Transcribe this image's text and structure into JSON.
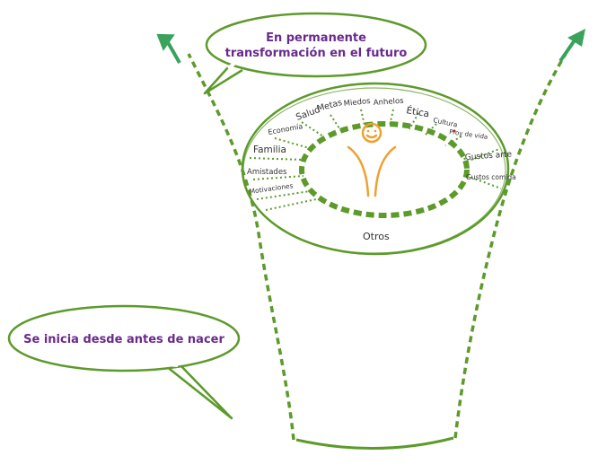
{
  "bubbles": {
    "top_line1": "En permanente",
    "top_line2": "transformación en el futuro",
    "bottom": "Se inicia desde antes de nacer"
  },
  "ring_labels": {
    "familia": "Familia",
    "economia": "Economía",
    "salud": "Salud",
    "metas": "Metas",
    "miedos": "Miedos",
    "anhelos": "Anhelos",
    "etica": "Ética",
    "cultura": "Cultura",
    "proy_vida": "Proy de vida",
    "gustos_arte": "Gustos arte",
    "gustos_comida": "Gustos comida",
    "amistades": "Amistades",
    "motivaciones": "Motivaciones",
    "otros": "Otros"
  },
  "colors": {
    "green": "#5c9a2a",
    "arrow_green": "#3aa25c",
    "purple": "#6a2a8c",
    "orange": "#f0a030",
    "red": "#c02020"
  },
  "icons": {
    "center_figure": "person-icon",
    "arrows": "arrow-up-icon"
  }
}
